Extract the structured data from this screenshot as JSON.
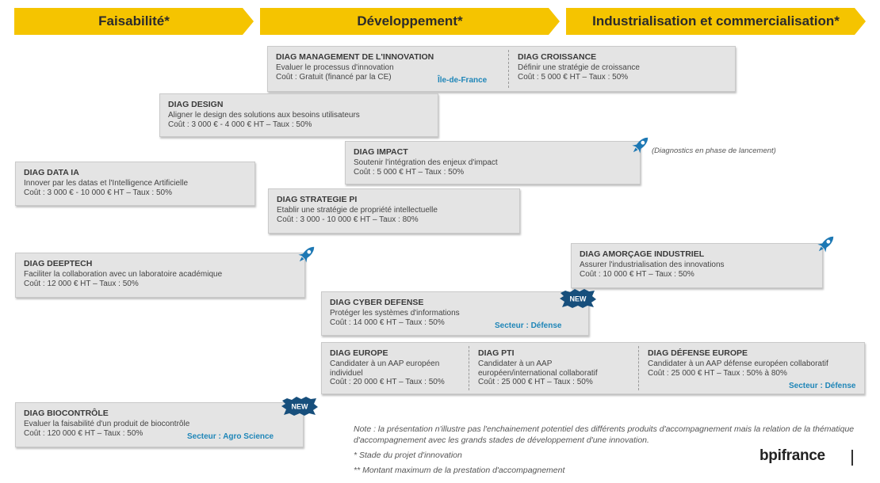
{
  "phases": [
    "Faisabilité*",
    "Développement*",
    "Industrialisation et commercialisation*"
  ],
  "colors": {
    "phase": "#f5c400",
    "card": "#e4e4e4",
    "tag": "#1f86b8",
    "rocket": "#1d78b4",
    "badge": "#174f7c"
  },
  "cards": {
    "mgmt": {
      "title": "DIAG MANAGEMENT DE L'INNOVATION",
      "desc": "Evaluer le processus d'innovation",
      "cost": "Coût : Gratuit (financé par la CE)",
      "tag": "Île-de-France"
    },
    "croissance": {
      "title": "DIAG CROISSANCE",
      "desc": "Définir une stratégie de croissance",
      "cost": "Coût : 5 000 € HT – Taux : 50%"
    },
    "design": {
      "title": "DIAG DESIGN",
      "desc": "Aligner le design des solutions aux besoins utilisateurs",
      "cost": "Coût  : 3 000 € - 4 000 € HT – Taux : 50%"
    },
    "impact": {
      "title": "DIAG IMPACT",
      "desc": "Soutenir l'intégration des enjeux d'impact",
      "cost": "Coût : 5 000 € HT – Taux : 50%"
    },
    "dataia": {
      "title": "DIAG DATA IA",
      "desc": "Innover par les datas et l'Intelligence Artificielle",
      "cost": "Coût : 3 000 € - 10 000 € HT – Taux : 50%"
    },
    "pi": {
      "title": "DIAG STRATEGIE PI",
      "desc": "Etablir une stratégie de propriété intellectuelle",
      "cost": "Coût : 3 000 - 10 000 € HT – Taux : 80%"
    },
    "deeptech": {
      "title": "DIAG DEEPTECH",
      "desc": "Faciliter la collaboration avec un laboratoire académique",
      "cost": "Coût : 12 000 € HT – Taux : 50%"
    },
    "amorcage": {
      "title": "DIAG AMORÇAGE INDUSTRIEL",
      "desc": "Assurer l'industrialisation des innovations",
      "cost": "Coût : 10 000 € HT – Taux : 50%"
    },
    "cyber": {
      "title": "DIAG CYBER DEFENSE",
      "desc": "Protéger les systèmes d'informations",
      "cost": "Coût : 14 000 € HT – Taux : 50%",
      "tag": "Secteur : Défense"
    },
    "europe": {
      "title": "DIAG EUROPE",
      "desc": "Candidater à un AAP européen individuel",
      "cost": "Coût : 20 000 € HT – Taux : 50%"
    },
    "pti": {
      "title": "DIAG PTI",
      "desc": "Candidater à un AAP européen/international collaboratif",
      "cost": "Coût : 25 000 € HT – Taux : 50%"
    },
    "defeurope": {
      "title": "DIAG DÉFENSE EUROPE",
      "desc": "Candidater à un AAP défense européen collaboratif",
      "cost": "Coût : 25 000 € HT – Taux : 50% à 80%",
      "tag": "Secteur : Défense"
    },
    "bio": {
      "title": "DIAG BIOCONTRÔLE",
      "desc": "Evaluer la faisabilité d'un produit de biocontrôle",
      "cost": "Coût : 120 000 € HT – Taux : 50%",
      "tag": "Secteur : Agro Science"
    }
  },
  "launch_note": "(Diagnostics en phase de lancement)",
  "badge_text": "NEW",
  "notes": {
    "main": "Note : la présentation n'illustre pas l'enchainement potentiel des différents produits d'accompagnement mais la relation de la thématique d'accompagnement avec les grands stades de développement  d'une innovation.",
    "star1": "* Stade du projet d'innovation",
    "star2": "** Montant maximum de la prestation d'accompagnement"
  },
  "logo": "bpifrance",
  "icons": {
    "rocket": "rocket-icon",
    "new": "new-badge-icon"
  }
}
